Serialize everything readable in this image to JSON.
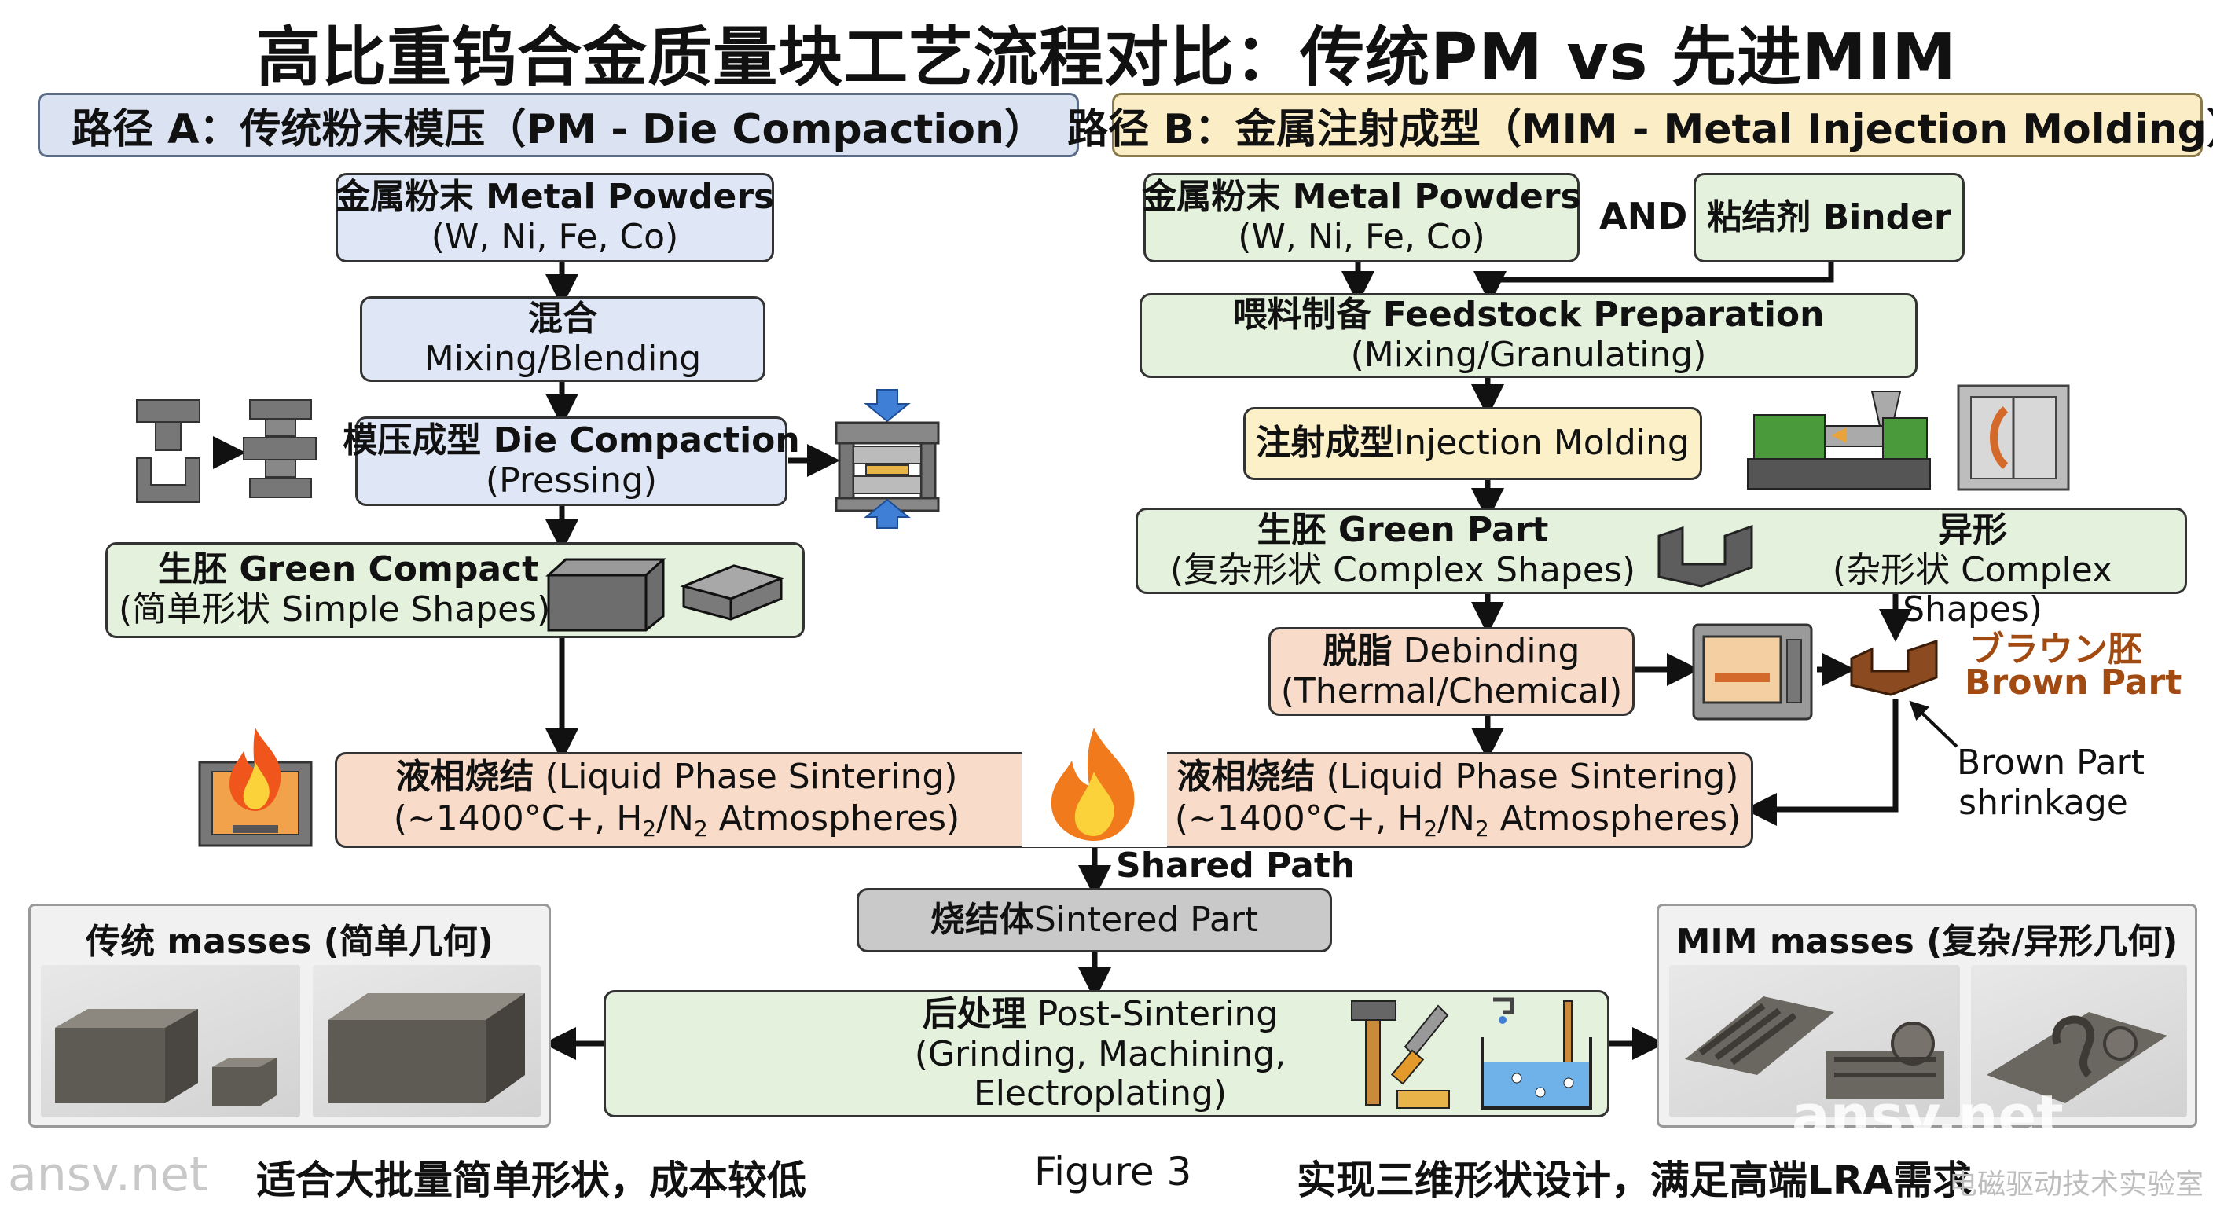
{
  "title": "高比重钨合金质量块工艺流程对比：传统PM vs 先进MIM",
  "path_a": {
    "header": "路径 A：传统粉末模压（PM - Die Compaction）",
    "powders": {
      "title": "金属粉末 Metal Powders",
      "sub": "(W, Ni, Fe, Co)"
    },
    "mixing": {
      "title": "混合",
      "sub": "Mixing/Blending"
    },
    "compaction": {
      "title": "模压成型 Die Compaction",
      "sub": "(Pressing)"
    },
    "green": {
      "title": "生胚 Green Compact",
      "sub": "(简单形状 Simple Shapes)"
    }
  },
  "path_b": {
    "header": "路径 B：金属注射成型（MIM - Metal Injection Molding）",
    "powders": {
      "title": "金属粉末 Metal Powders",
      "sub": "(W, Ni, Fe, Co)"
    },
    "and": "AND",
    "binder": "粘结剂 Binder",
    "feedstock": {
      "title": "喂料制备 Feedstock Preparation",
      "sub": "(Mixing/Granulating)"
    },
    "injection": {
      "title_cn": "注射成型",
      "title_en": " Injection Molding"
    },
    "green_part": {
      "title": "生胚 Green Part",
      "sub": "(复杂形状 Complex Shapes)",
      "alt_title": "异形",
      "alt_sub": "(杂形状 Complex Shapes)"
    },
    "debinding": {
      "title_cn": "脱脂",
      "title_en": " Debinding",
      "sub": "(Thermal/Chemical)"
    },
    "brown": {
      "label_jp": "ブラウン胚",
      "label_en": "Brown Part",
      "note_line1": "Brown Part",
      "note_line2": "shrinkage"
    }
  },
  "sintering": {
    "left_cn": "液相烧结",
    "left_en": " (Liquid Phase Sintering)",
    "right_cn": "液相烧结",
    "right_en": " (Liquid Phase Sintering)",
    "sub_prefix": "(~1400°C+, H",
    "sub_mid": "/N",
    "sub_suffix": " Atmospheres)",
    "sub2": "2"
  },
  "shared_path": "Shared Path",
  "sintered": {
    "title_cn": "烧结体",
    "title_en": " Sintered Part"
  },
  "post": {
    "title_cn": "后处理",
    "title_en": " Post-Sintering",
    "line2": "(Grinding, Machining,",
    "line3": "Electroplating)"
  },
  "pm_masses": "传统 masses (简单几何)",
  "mim_masses": "MIM masses (复杂/异形几何)",
  "footer": {
    "left": "适合大批量简单形状，成本较低",
    "center": "Figure 3",
    "right": "实现三维形状设计，满足高端LRA需求"
  },
  "watermarks": {
    "left": "ansv.net",
    "right_big": "ansv.net",
    "right_small": "电磁驱动技术实验室"
  }
}
